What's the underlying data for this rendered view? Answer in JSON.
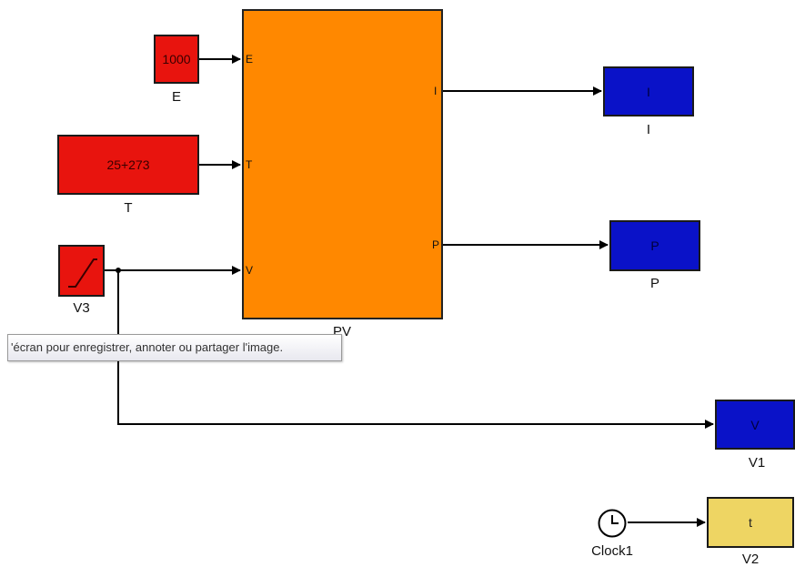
{
  "blocks": {
    "E": {
      "value": "1000",
      "label": "E"
    },
    "T": {
      "value": "25+273",
      "label": "T"
    },
    "V3": {
      "label": "V3"
    },
    "PV": {
      "label": "PV",
      "ports_in": [
        "E",
        "T",
        "V"
      ],
      "ports_out": [
        "I",
        "P"
      ]
    },
    "I": {
      "value": "I",
      "label": "I"
    },
    "P": {
      "value": "P",
      "label": "P"
    },
    "V1": {
      "value": "V",
      "label": "V1"
    },
    "clock": {
      "label": "Clock1"
    },
    "V2": {
      "value": "t",
      "label": "V2"
    }
  },
  "tooltip": {
    "text": "'écran pour enregistrer, annoter ou partager l'image."
  },
  "icons": {
    "ramp": "ramp-icon",
    "clock": "clock-icon"
  },
  "colors": {
    "constant_block": "#e8140e",
    "subsystem_block": "#ff8800",
    "scope_block": "#0a12c8",
    "time_block": "#eed563"
  }
}
